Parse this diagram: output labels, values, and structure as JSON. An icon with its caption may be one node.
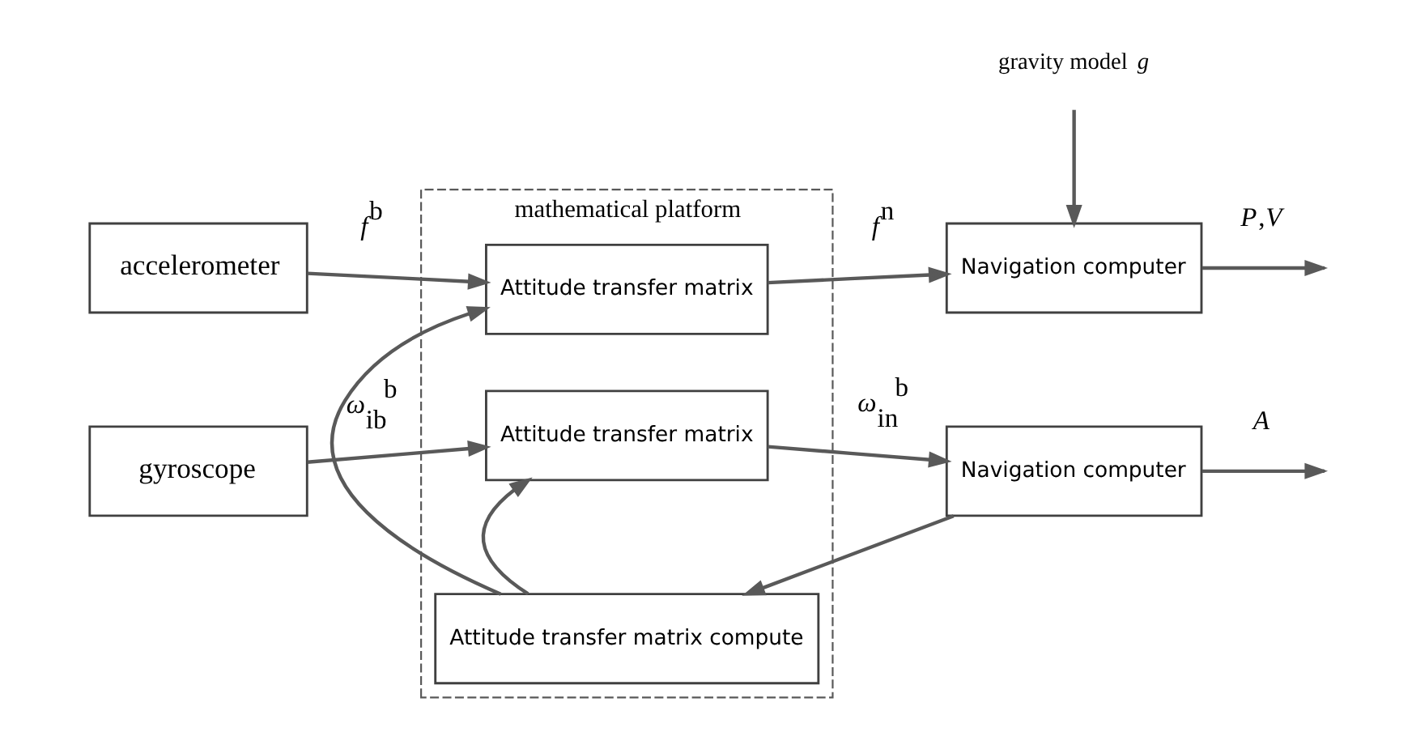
{
  "diagram": {
    "nodes": [
      {
        "text": [
          "accelerometer"
        ]
      },
      {
        "text": [
          "gyroscope"
        ]
      },
      {
        "text": [
          "mathematical platform"
        ]
      },
      {
        "text": [
          "Attitude transfer matrix"
        ],
        "in": 2
      },
      {
        "text": [
          "Attitude transfer matrix compute"
        ],
        "in": 2
      },
      {
        "text": [
          "Attitude transfer matrix"
        ],
        "in": 2
      },
      {
        "text": [
          "Navigation computer"
        ]
      },
      {
        "text": [
          "Navigation computer"
        ]
      },
      {
        "text": [
          "gravity model *g*"
        ]
      }
    ],
    "edges": [
      {
        "from": 0,
        "to": 3,
        "arrow": "to",
        "label": "*f*$^{b}$"
      },
      {
        "from": 3,
        "to": 6,
        "arrow": "to",
        "label": "*f*$^{n}$"
      },
      {
        "from": 8,
        "to": 6,
        "arrow": "to"
      },
      {
        "from": 6,
        "to": null,
        "arrow": "to",
        "label": "*P*,*V*"
      },
      {
        "from": 4,
        "to": 3,
        "arrow": "to"
      },
      {
        "from": 4,
        "to": 5,
        "arrow": "to"
      },
      {
        "from": 1,
        "to": 5,
        "arrow": "to",
        "label": "*ω*$_{ib}$$^{b}$"
      },
      {
        "from": 5,
        "to": 7,
        "arrow": "to",
        "label": "*ω*$_{in}$$^{b}$"
      },
      {
        "from": 7,
        "to": null,
        "arrow": "to",
        "label": "*A*"
      },
      {
        "from": 7,
        "to": 4,
        "arrow": "to"
      }
    ]
  }
}
